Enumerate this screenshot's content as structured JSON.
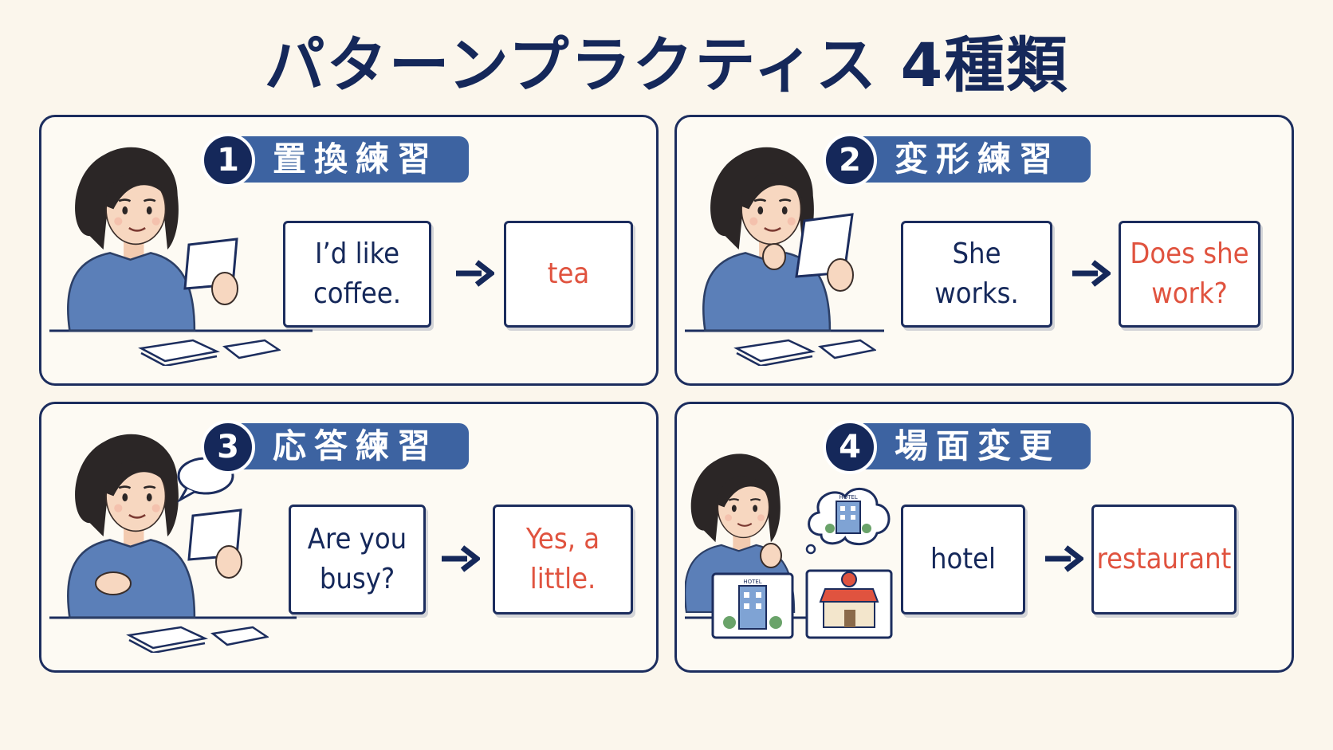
{
  "title": "パターンプラクティス 4種類",
  "colors": {
    "navy": "#15285a",
    "badge_blue": "#3d63a1",
    "answer_red": "#e0533f",
    "sweater_blue": "#5b7fb8",
    "background": "#fbf6ec"
  },
  "panels": [
    {
      "number": "1",
      "label": "置換練習",
      "prompt": "I’d like\ncoffee.",
      "answer": "tea"
    },
    {
      "number": "2",
      "label": "変形練習",
      "prompt": "She works.",
      "answer": "Does she\nwork?"
    },
    {
      "number": "3",
      "label": "応答練習",
      "prompt": "Are you\nbusy?",
      "answer": "Yes, a little."
    },
    {
      "number": "4",
      "label": "場面変更",
      "prompt": "hotel",
      "answer": "restaurant",
      "illustration_signs": {
        "thought_bubble": "HOTEL",
        "card": "HOTEL"
      }
    }
  ]
}
